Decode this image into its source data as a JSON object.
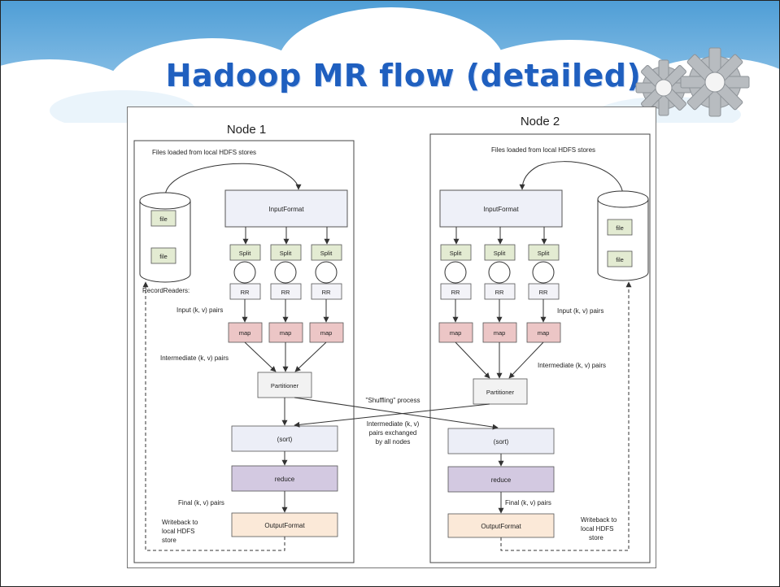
{
  "slide": {
    "title": "Hadoop MR flow (detailed)"
  },
  "diagram": {
    "nodes": [
      {
        "title": "Node 1",
        "files_note": "Files loaded from local HDFS stores",
        "input_format": "InputFormat",
        "splits": [
          "Split",
          "Split",
          "Split"
        ],
        "record_readers_label": "RecordReaders:",
        "record_readers": [
          "RR",
          "RR",
          "RR"
        ],
        "input_pairs_label": "Input (k, v) pairs",
        "maps": [
          "map",
          "map",
          "map"
        ],
        "intermediate_label": "Intermediate (k, v) pairs",
        "partitioner": "Partitioner",
        "sort": "(sort)",
        "reduce": "reduce",
        "final_label": "Final (k, v) pairs",
        "output_format": "OutputFormat",
        "writeback_label": [
          "Writeback to",
          "local HDFS",
          "store"
        ],
        "files": [
          "file",
          "file"
        ]
      },
      {
        "title": "Node 2",
        "files_note": "Files loaded from local HDFS stores",
        "input_format": "InputFormat",
        "splits": [
          "Split",
          "Split",
          "Split"
        ],
        "record_readers": [
          "RR",
          "RR",
          "RR"
        ],
        "input_pairs_label": "Input (k, v) pairs",
        "maps": [
          "map",
          "map",
          "map"
        ],
        "intermediate_label": "Intermediate (k, v) pairs",
        "partitioner": "Partitioner",
        "sort": "(sort)",
        "reduce": "reduce",
        "final_label": "Final (k, v) pairs",
        "output_format": "OutputFormat",
        "writeback_label": [
          "Writeback to",
          "local HDFS",
          "store"
        ],
        "files": [
          "file",
          "file"
        ]
      }
    ],
    "shuffle": {
      "title": "\"Shuffling\" process",
      "lines": [
        "Intermediate (k, v)",
        "pairs exchanged",
        "by all nodes"
      ]
    }
  },
  "colors": {
    "title": "#1f5fbf",
    "input_format_fill": "#eef0f8",
    "split_fill": "#e3ebd2",
    "rr_fill": "#f3f3f8",
    "map_fill": "#ecc6c6",
    "partitioner_fill": "#f2f2f2",
    "sort_fill": "#eceef7",
    "reduce_fill": "#d3c9e1",
    "output_fill": "#fbe9d8",
    "line": "#333333"
  }
}
